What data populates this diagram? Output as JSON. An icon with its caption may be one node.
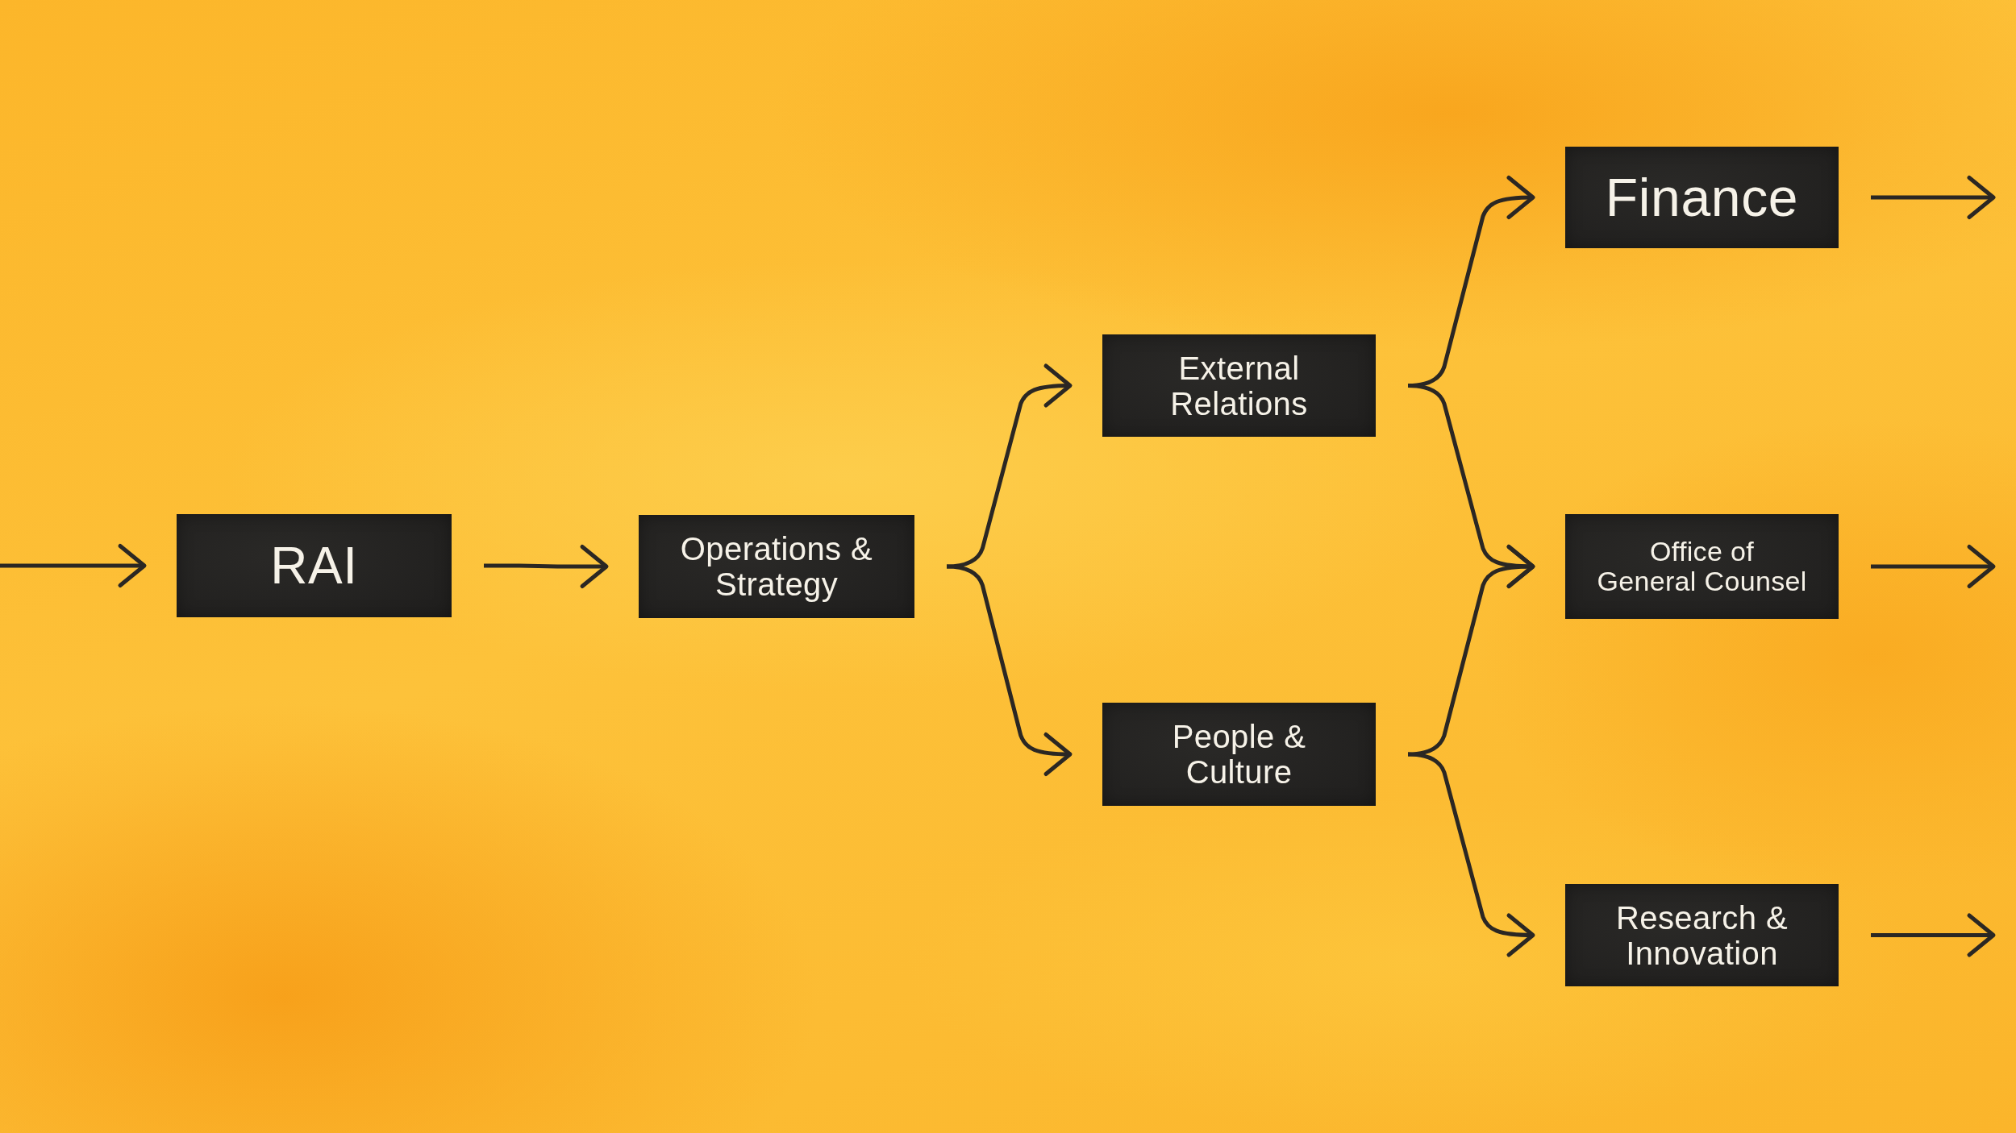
{
  "diagram": {
    "nodes": [
      {
        "text": [
          "RAI"
        ]
      },
      {
        "text": [
          "Operations & Strategy"
        ]
      },
      {
        "text": [
          "External Relations"
        ]
      },
      {
        "text": [
          "People & Culture"
        ]
      },
      {
        "text": [
          "Finance"
        ]
      },
      {
        "text": [
          "Office of General Counsel"
        ]
      },
      {
        "text": [
          "Research & Innovation"
        ]
      }
    ],
    "edges": [
      {
        "from": null,
        "to": 0,
        "arrow": "to"
      },
      {
        "from": 0,
        "to": 1,
        "arrow": "to"
      },
      {
        "from": 1,
        "to": 2,
        "arrow": "to"
      },
      {
        "from": 1,
        "to": 3,
        "arrow": "to"
      },
      {
        "from": 2,
        "to": 4,
        "arrow": "to"
      },
      {
        "from": 2,
        "to": 5,
        "arrow": "to"
      },
      {
        "from": 3,
        "to": 5,
        "arrow": "to"
      },
      {
        "from": 3,
        "to": 6,
        "arrow": "to"
      },
      {
        "from": 4,
        "to": null,
        "arrow": "to"
      },
      {
        "from": 5,
        "to": null,
        "arrow": "to"
      },
      {
        "from": 6,
        "to": null,
        "arrow": "to"
      }
    ]
  }
}
